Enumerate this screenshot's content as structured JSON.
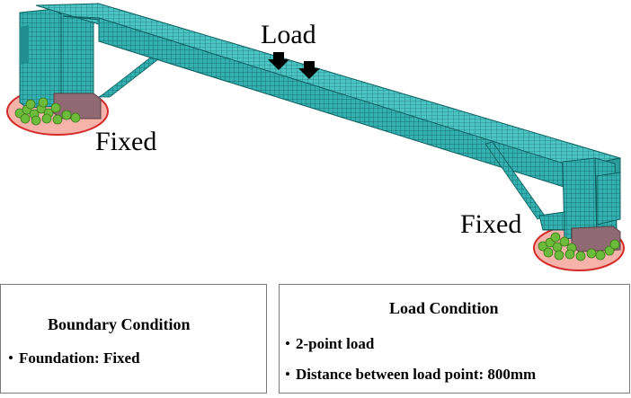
{
  "labels": {
    "load": "Load",
    "fixed_left": "Fixed",
    "fixed_right": "Fixed"
  },
  "boundary_box": {
    "title": "Boundary Condition",
    "items": [
      "Foundation: Fixed"
    ]
  },
  "load_box": {
    "title": "Load Condition",
    "items": [
      "2-point load",
      "Distance between load point: 800mm"
    ]
  },
  "colors": {
    "mesh": "#2aa3a3",
    "mesh_line": "#0d5f5f",
    "fixed_region_fill": "#f4a9a0",
    "fixed_region_stroke": "#d62b2b",
    "constraint_nodes": "#6dbb3a",
    "foundation_block": "#8f6a73",
    "arrow": "#000000"
  }
}
